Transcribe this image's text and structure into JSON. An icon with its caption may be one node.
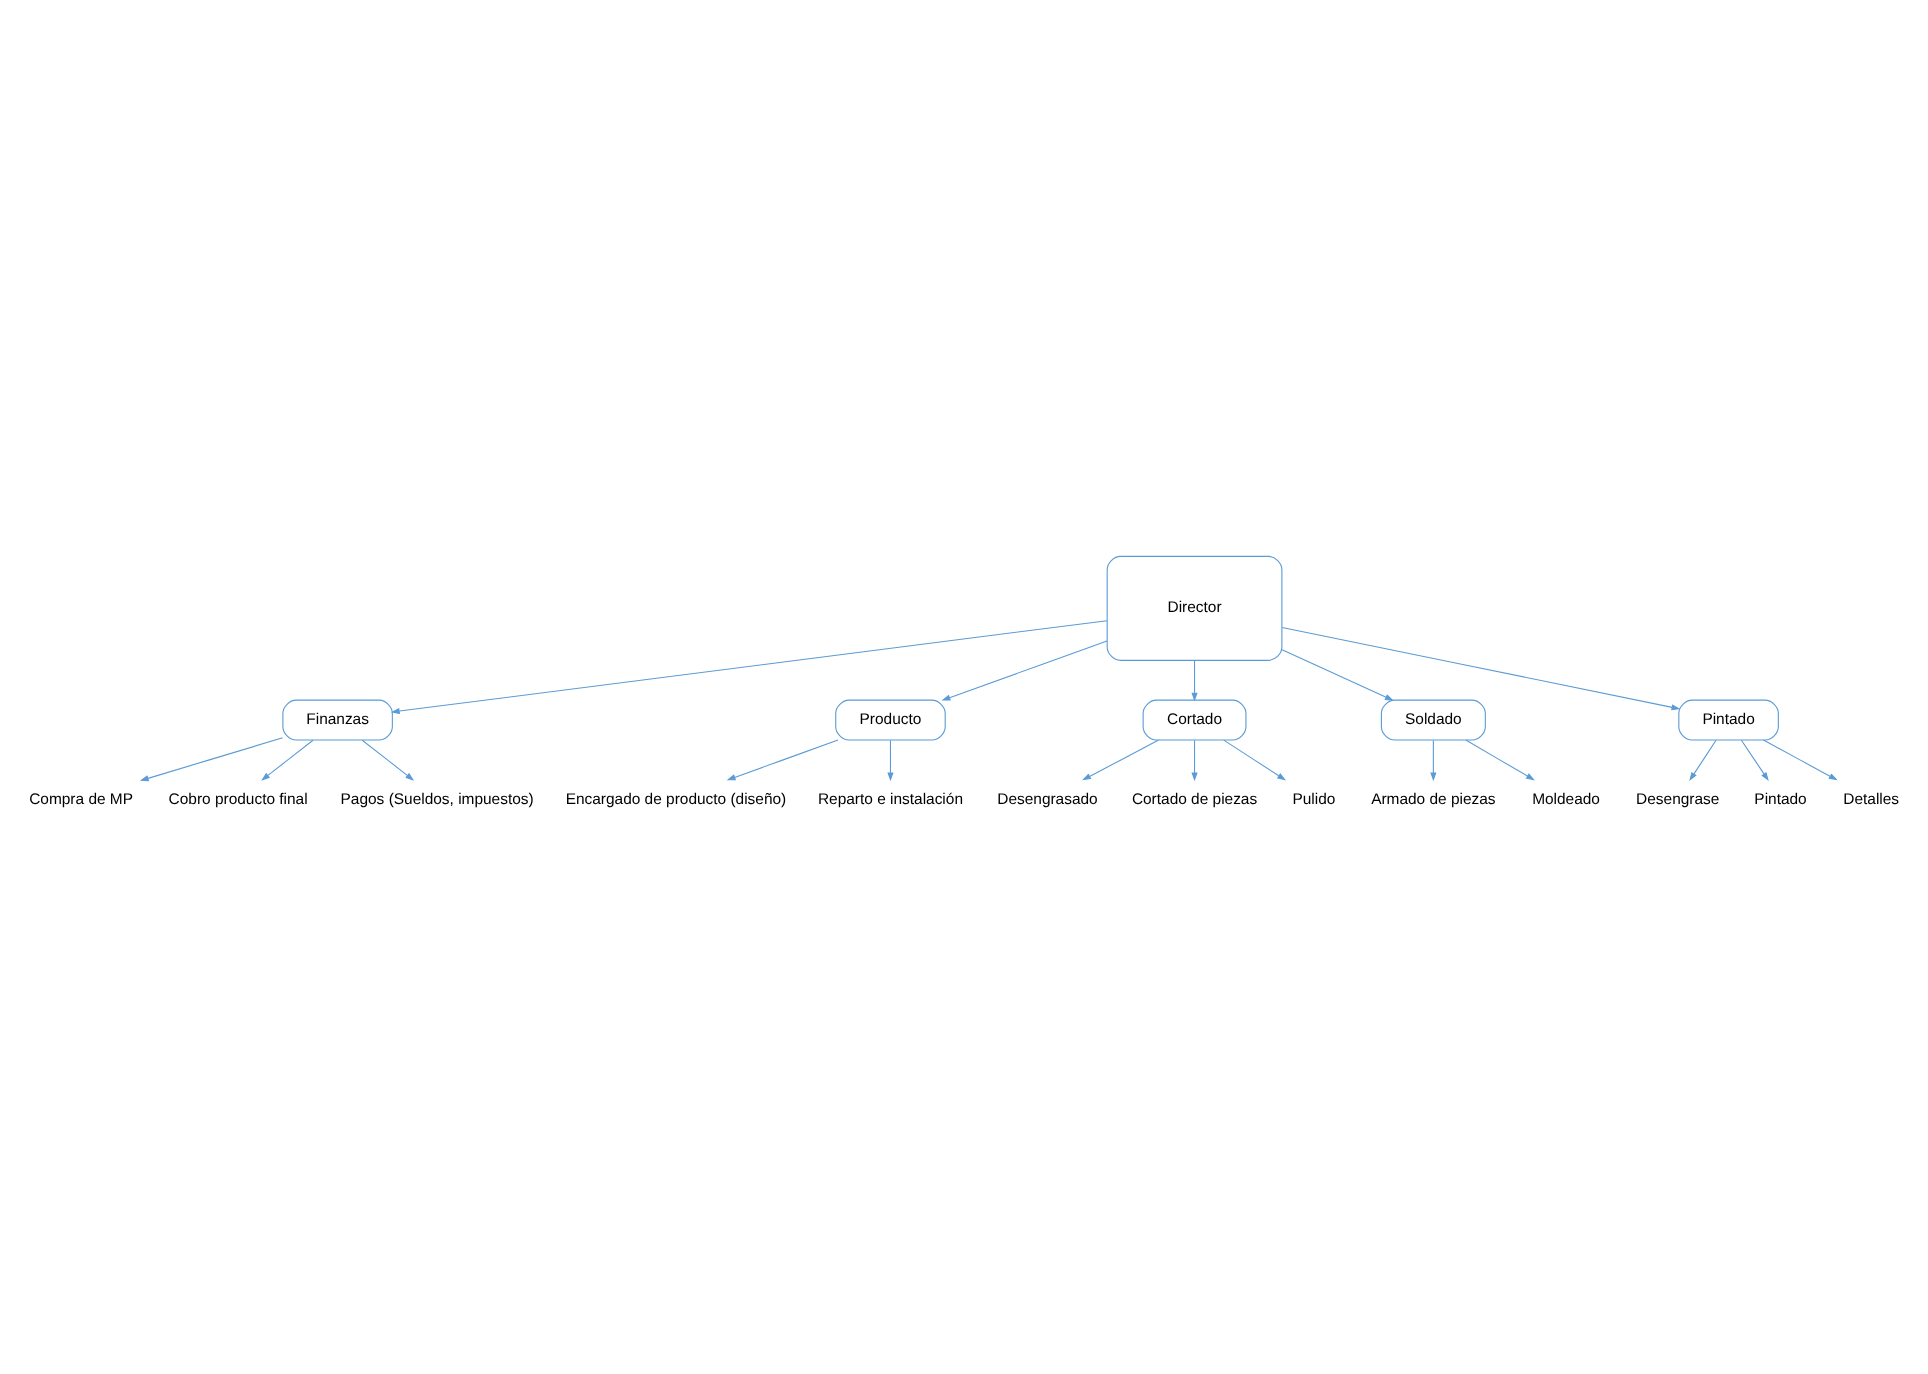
{
  "diagram": {
    "nodes": [
      {
        "text": [
          "Director"
        ]
      },
      {
        "text": [
          "Finanzas"
        ]
      },
      {
        "text": [
          "Producto"
        ]
      },
      {
        "text": [
          "Compra de MP"
        ]
      },
      {
        "text": [
          "Cobro producto final"
        ]
      },
      {
        "text": [
          "Pagos (Sueldos, impuestos)"
        ]
      },
      {
        "text": [
          "Encargado de producto (diseño)"
        ]
      },
      {
        "text": [
          "Reparto e instalación"
        ]
      },
      {
        "text": [
          "Cortado"
        ]
      },
      {
        "text": [
          "Soldado"
        ]
      },
      {
        "text": [
          "Pintado"
        ]
      },
      {
        "text": [
          "Desengrasado"
        ]
      },
      {
        "text": [
          "Cortado de piezas"
        ]
      },
      {
        "text": [
          "Pulido"
        ]
      },
      {
        "text": [
          "Armado de piezas"
        ]
      },
      {
        "text": [
          "Moldeado"
        ]
      },
      {
        "text": [
          "Desengrase"
        ]
      },
      {
        "text": [
          "Pintado"
        ]
      },
      {
        "text": [
          "Detalles"
        ]
      }
    ],
    "edges": [
      {
        "from": 0,
        "to": 1,
        "arrow": "to"
      },
      {
        "from": 0,
        "to": 2,
        "arrow": "to"
      },
      {
        "from": 1,
        "to": 3,
        "arrow": "to"
      },
      {
        "from": 1,
        "to": 4,
        "arrow": "to"
      },
      {
        "from": 1,
        "to": 5,
        "arrow": "to"
      },
      {
        "from": 2,
        "to": 6,
        "arrow": "to"
      },
      {
        "from": 2,
        "to": 7,
        "arrow": "to"
      },
      {
        "from": 0,
        "to": 8,
        "arrow": "to"
      },
      {
        "from": 0,
        "to": 9,
        "arrow": "to"
      },
      {
        "from": 0,
        "to": 10,
        "arrow": "to"
      },
      {
        "from": 8,
        "to": 11,
        "arrow": "to"
      },
      {
        "from": 8,
        "to": 12,
        "arrow": "to"
      },
      {
        "from": 8,
        "to": 13,
        "arrow": "to"
      },
      {
        "from": 9,
        "to": 14,
        "arrow": "to"
      },
      {
        "from": 9,
        "to": 15,
        "arrow": "to"
      },
      {
        "from": 10,
        "to": 16,
        "arrow": "to"
      },
      {
        "from": 10,
        "to": 17,
        "arrow": "to"
      },
      {
        "from": 10,
        "to": 18,
        "arrow": "to"
      }
    ]
  }
}
